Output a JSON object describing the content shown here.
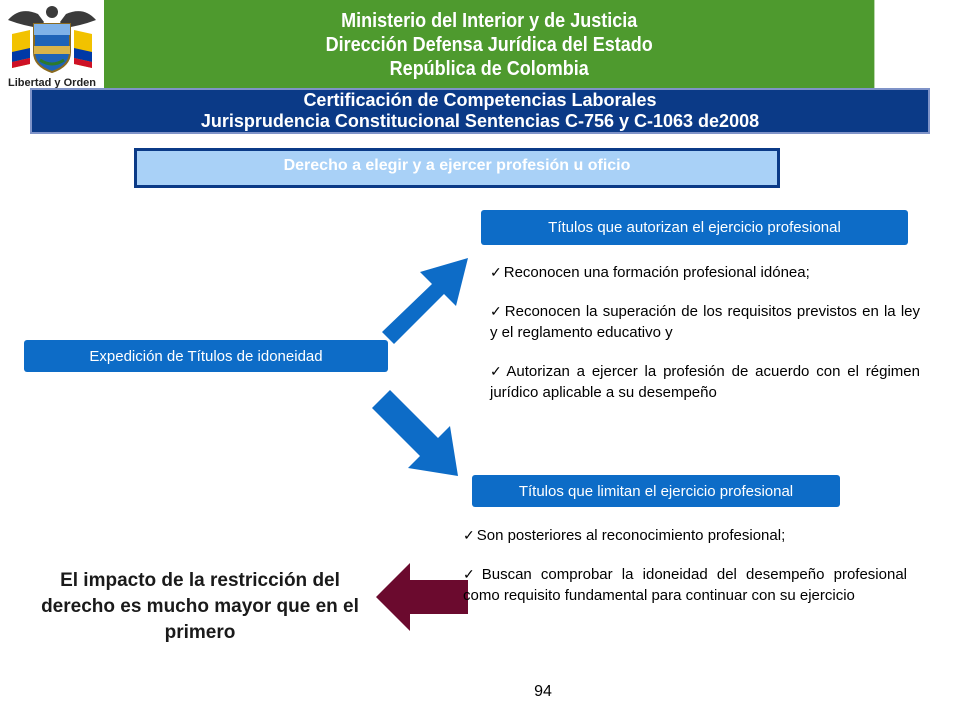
{
  "header": {
    "logo_caption": "Libertad y Orden",
    "ministry_lines": [
      "Ministerio del Interior y de Justicia",
      "Dirección Defensa Jurídica del Estado",
      "República de Colombia"
    ],
    "cert_lines": [
      "Certificación de Competencias Laborales",
      "Jurisprudencia Constitucional Sentencias C-756 y C-1063 de2008"
    ]
  },
  "right_title": "Derecho a elegir y a ejercer profesión u oficio",
  "diagram": {
    "expedicion_label": "Expedición de Títulos de idoneidad",
    "autorizan": {
      "label": "Títulos que autorizan el ejercicio profesional",
      "items": [
        "Reconocen una formación profesional idónea;",
        "Reconocen la superación de los requisitos previstos en la ley y el reglamento educativo y",
        "Autorizan a ejercer la profesión de acuerdo con el régimen jurídico aplicable a su desempeño"
      ]
    },
    "limitan": {
      "label": "Títulos que limitan el ejercicio profesional",
      "items": [
        "Son posteriores al reconocimiento profesional;",
        "Buscan comprobar la idoneidad del desempeño profesional como requisito fundamental para continuar con su ejercicio"
      ]
    },
    "impacto_text": "El impacto de la restricción del derecho es mucho mayor que en el primero"
  },
  "page_number": "94",
  "colors": {
    "green_header": "#4e9a2e",
    "navy": "#0b3a87",
    "light_blue": "#a9d1f7",
    "bar_blue": "#0d6cc7",
    "maroon_arrow": "#6b0a2e"
  },
  "icons": {
    "logo": "coat-of-arms-icon",
    "arrow_up": "arrow-up-right-icon",
    "arrow_down": "arrow-down-right-icon",
    "arrow_left": "arrow-left-icon",
    "bullet": "checkmark-icon"
  }
}
